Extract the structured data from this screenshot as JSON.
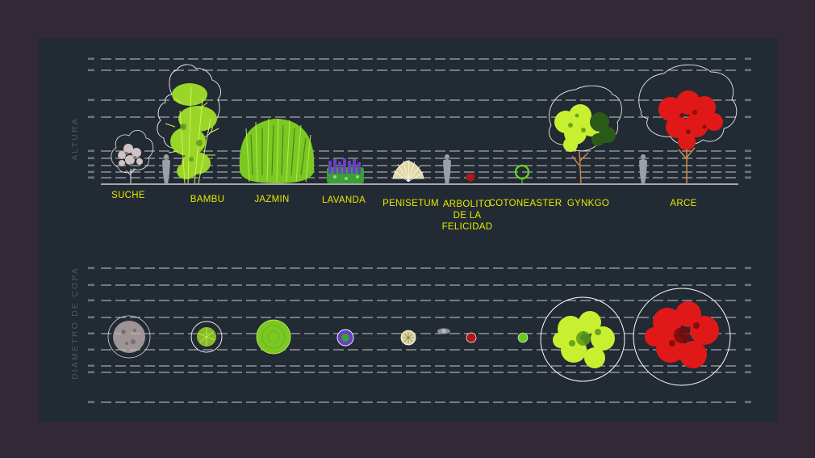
{
  "drawing": {
    "elevation_axis_label": "ALTURA",
    "plan_axis_label": "DIAMETRO DE COPA",
    "colors": {
      "background": "#312a36",
      "sheet": "#222a33",
      "label": "#e8e800",
      "guide_line": "#e6e6e6",
      "axis_text": "#4b5563"
    }
  },
  "plants": [
    {
      "name": "SUCHE",
      "lines": [
        "SUCHE"
      ],
      "color": "#c8b8b8"
    },
    {
      "name": "BAMBU",
      "lines": [
        "BAMBU"
      ],
      "color": "#9ad52a"
    },
    {
      "name": "JAZMIN",
      "lines": [
        "JAZMIN"
      ],
      "color": "#7cc823"
    },
    {
      "name": "LAVANDA",
      "lines": [
        "LAVANDA"
      ],
      "color": "#6a3fc4"
    },
    {
      "name": "PENISETUM",
      "lines": [
        "PENISETUM"
      ],
      "color": "#e0d8a0"
    },
    {
      "name": "ARBOLITO DE LA FELICIDAD",
      "lines": [
        "ARBOLITO",
        "DE LA",
        "FELICIDAD"
      ],
      "color": "#b01818"
    },
    {
      "name": "COTONEASTER",
      "lines": [
        "COTONEASTER"
      ],
      "color": "#66cc22"
    },
    {
      "name": "GYNKGO",
      "lines": [
        "GYNKGO"
      ],
      "color": "#c8f030"
    },
    {
      "name": "ARCE",
      "lines": [
        "ARCE"
      ],
      "color": "#e01818"
    }
  ]
}
